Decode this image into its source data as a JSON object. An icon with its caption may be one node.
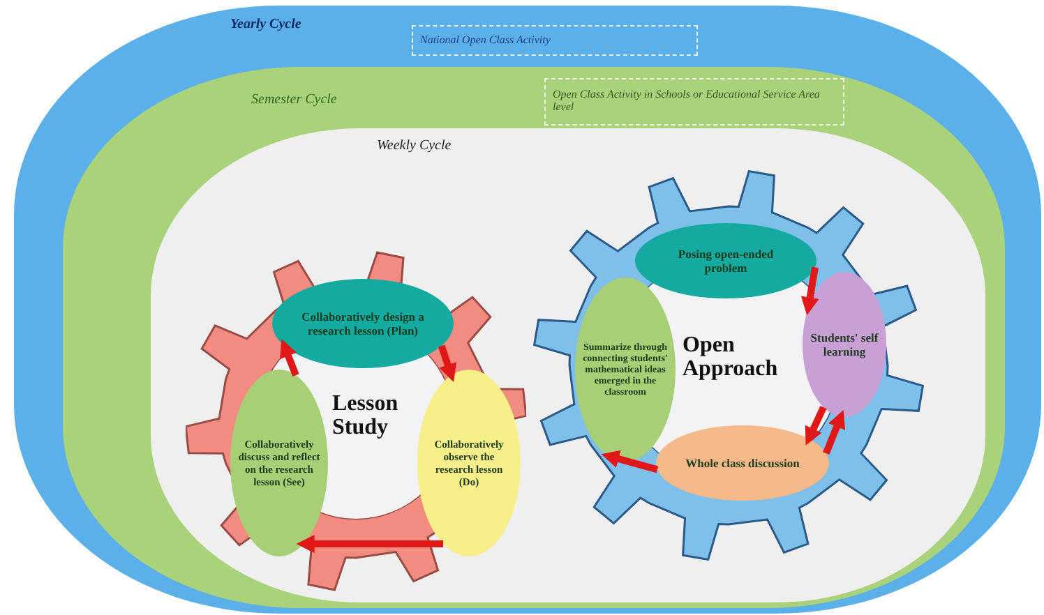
{
  "diagram": {
    "nodes": [
      {
        "text": [
          "Yearly Cycle"
        ]
      },
      {
        "text": [
          "National Open Class Activity"
        ],
        "in": 0
      },
      {
        "text": [
          "Semester Cycle"
        ],
        "in": 0
      },
      {
        "text": [
          "Open Class Activity in Schools or Educational Service Area level"
        ],
        "in": 2
      },
      {
        "text": [
          "Weekly Cycle"
        ],
        "in": 2
      },
      {
        "text": [
          "Lesson Study"
        ],
        "in": 4
      },
      {
        "text": [
          "Collaboratively design a research lesson (Plan)"
        ],
        "in": 5
      },
      {
        "text": [
          "Collaboratively discuss and reflect on the research lesson (See)"
        ],
        "in": 5
      },
      {
        "text": [
          "Collaboratively observe the research lesson (Do)"
        ],
        "in": 5
      },
      {
        "text": [
          "Open Approach"
        ],
        "in": 4
      },
      {
        "text": [
          "Posing open-ended problem"
        ],
        "in": 9
      },
      {
        "text": [
          "Summarize through connecting students' mathematical ideas emerged in the classroom"
        ],
        "in": 9
      },
      {
        "text": [
          "Students' self learning"
        ],
        "in": 9
      },
      {
        "text": [
          "Whole class discussion"
        ],
        "in": 9
      }
    ],
    "edges": [
      {
        "from": 6,
        "to": 8,
        "arrow": "to"
      },
      {
        "from": 8,
        "to": 7,
        "arrow": "to"
      },
      {
        "from": 7,
        "to": 6,
        "arrow": "to"
      },
      {
        "from": 10,
        "to": 12,
        "arrow": "to"
      },
      {
        "from": 12,
        "to": 13,
        "arrow": "to"
      },
      {
        "from": 13,
        "to": 12,
        "arrow": "to"
      },
      {
        "from": 13,
        "to": 11,
        "arrow": "to"
      }
    ]
  }
}
